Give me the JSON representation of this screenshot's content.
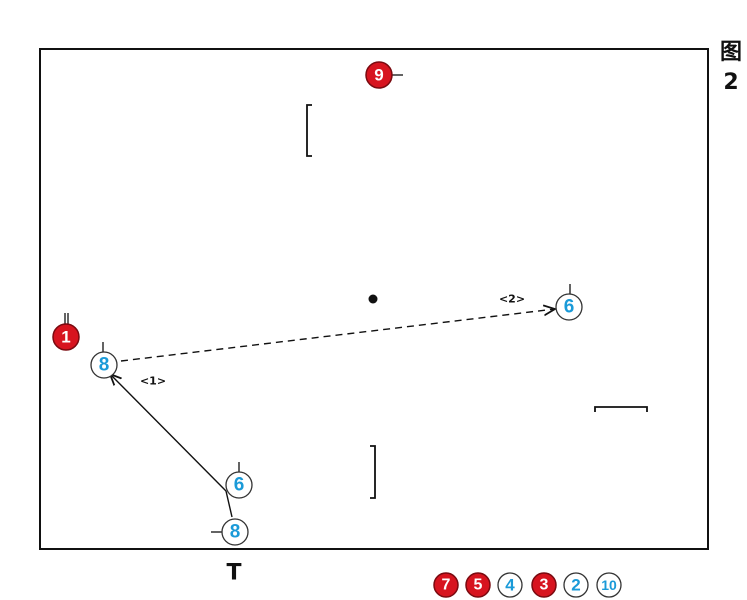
{
  "figure_label": "图2",
  "colors": {
    "red_team": "#d7141f",
    "blue_team": "#1a9ad8",
    "line": "#111111"
  },
  "field_players": [
    {
      "id": "red-9",
      "number": "9",
      "team": "red"
    },
    {
      "id": "red-1",
      "number": "1",
      "team": "red"
    },
    {
      "id": "blue-8-left",
      "number": "8",
      "team": "blue"
    },
    {
      "id": "blue-6-right",
      "number": "6",
      "team": "blue"
    },
    {
      "id": "blue-6-bottom",
      "number": "6",
      "team": "blue"
    },
    {
      "id": "blue-8-bottom",
      "number": "8",
      "team": "blue"
    }
  ],
  "passes": [
    {
      "label": "<1>",
      "style": "solid"
    },
    {
      "label": "<2>",
      "style": "dashed"
    }
  ],
  "referee_marker": "T",
  "bench": [
    {
      "number": "7",
      "team": "red"
    },
    {
      "number": "5",
      "team": "red"
    },
    {
      "number": "4",
      "team": "blue"
    },
    {
      "number": "3",
      "team": "red"
    },
    {
      "number": "2",
      "team": "blue"
    },
    {
      "number": "10",
      "team": "blue"
    }
  ]
}
